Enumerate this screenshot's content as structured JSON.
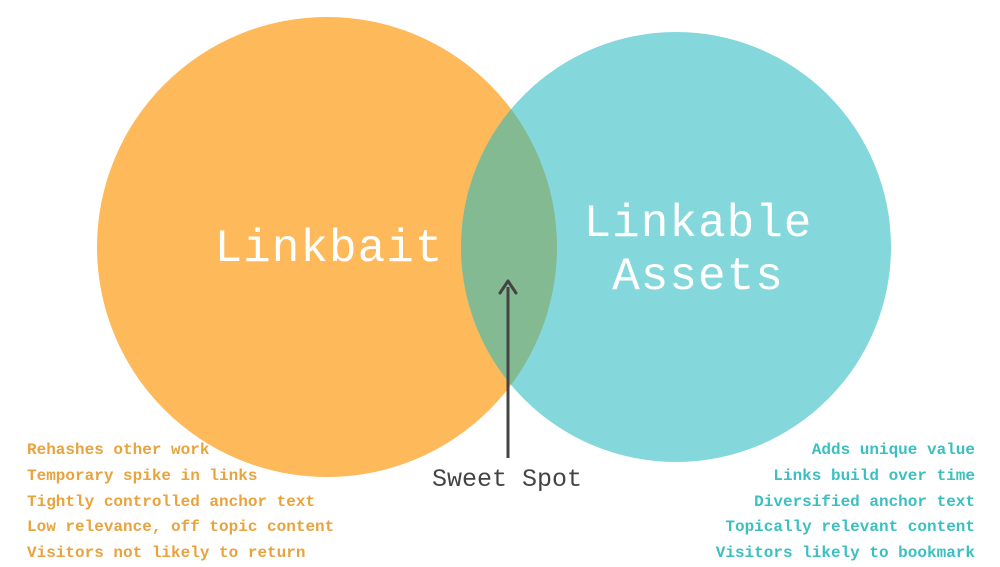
{
  "diagram": {
    "type": "venn",
    "colors": {
      "left_circle": "#fdb95a",
      "right_circle": "#84d8db",
      "overlap": "#84ba91",
      "left_text": "#e8a33d",
      "right_text": "#3bbfc1",
      "arrow": "#444444",
      "circle_label": "#ffffff"
    },
    "left_circle": {
      "label": "Linkbait"
    },
    "right_circle": {
      "label_line1": "Linkable",
      "label_line2": "Assets"
    },
    "overlap": {
      "label": "Sweet Spot",
      "pointer_icon": "arrow-up-icon"
    },
    "left_traits": [
      "Rehashes other work",
      "Temporary spike in links",
      "Tightly controlled anchor text",
      "Low relevance, off topic content",
      "Visitors not likely to return"
    ],
    "right_traits": [
      "Adds unique value",
      "Links build over time",
      "Diversified anchor text",
      "Topically relevant content",
      "Visitors likely to bookmark"
    ]
  }
}
